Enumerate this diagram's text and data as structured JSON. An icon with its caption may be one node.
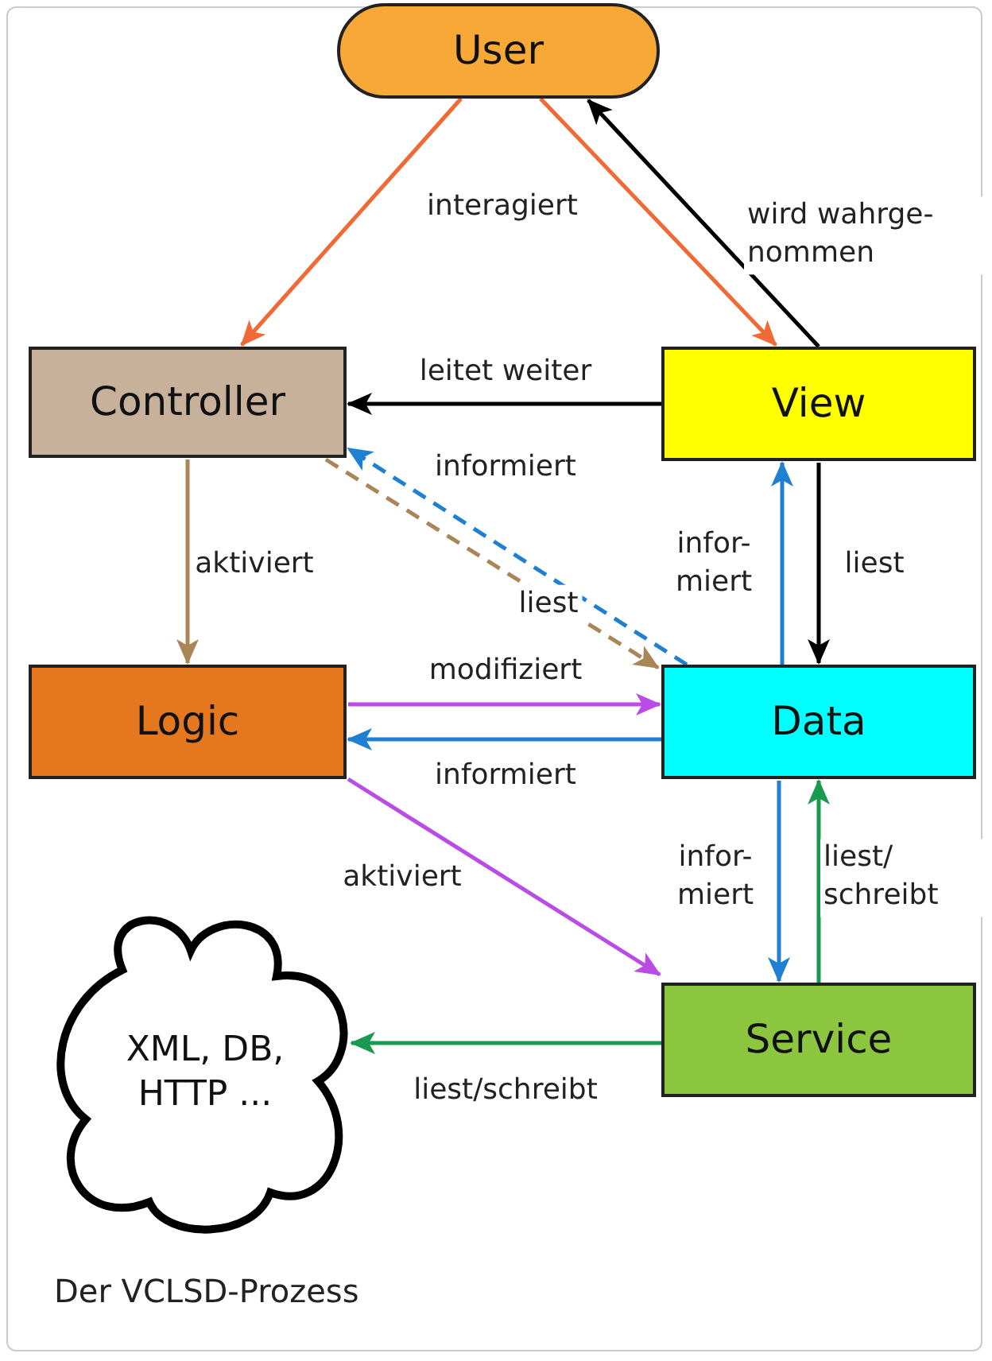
{
  "diagram": {
    "caption": "Der VCLSD-Prozess",
    "nodes": [
      {
        "text": [
          "User"
        ]
      },
      {
        "text": [
          "Controller"
        ]
      },
      {
        "text": [
          "View"
        ]
      },
      {
        "text": [
          "Logic"
        ]
      },
      {
        "text": [
          "Data"
        ]
      },
      {
        "text": [
          "Service"
        ]
      },
      {
        "text": [
          "XML, DB, HTTP ..."
        ]
      }
    ],
    "edges": [
      {
        "from": 0,
        "to": 1,
        "arrow": "to",
        "label": "interagiert",
        "color": "#ef6a35"
      },
      {
        "from": 0,
        "to": 2,
        "arrow": "to",
        "color": "#ef6a35"
      },
      {
        "from": 2,
        "to": 0,
        "arrow": "to",
        "label": "wird wahrge- nommen",
        "color": "#000000"
      },
      {
        "from": 2,
        "to": 1,
        "arrow": "to",
        "label": "leitet weiter",
        "color": "#000000"
      },
      {
        "from": 4,
        "to": 1,
        "arrow": "to",
        "label": "informiert",
        "style": "dashed",
        "color": "#1f7fd0"
      },
      {
        "from": 1,
        "to": 4,
        "arrow": "to",
        "label": "liest",
        "style": "dashed",
        "color": "#a98558"
      },
      {
        "from": 1,
        "to": 3,
        "arrow": "to",
        "label": "aktiviert",
        "color": "#a98558"
      },
      {
        "from": 2,
        "to": 4,
        "arrow": "to",
        "label": "liest",
        "color": "#000000"
      },
      {
        "from": 4,
        "to": 2,
        "arrow": "to",
        "label": "infor- miert",
        "color": "#1f7fd0"
      },
      {
        "from": 3,
        "to": 4,
        "arrow": "to",
        "label": "modifiziert",
        "color": "#b94be6"
      },
      {
        "from": 4,
        "to": 3,
        "arrow": "to",
        "label": "informiert",
        "color": "#1f7fd0"
      },
      {
        "from": 3,
        "to": 5,
        "arrow": "to",
        "label": "aktiviert",
        "color": "#b94be6"
      },
      {
        "from": 4,
        "to": 5,
        "arrow": "to",
        "label": "infor- miert",
        "color": "#1f7fd0"
      },
      {
        "from": 5,
        "to": 4,
        "arrow": "to",
        "label": "liest/ schreibt",
        "color": "#1a9a50"
      },
      {
        "from": 5,
        "to": 6,
        "arrow": "to",
        "label": "liest/schreibt",
        "color": "#1a9a50"
      }
    ]
  }
}
